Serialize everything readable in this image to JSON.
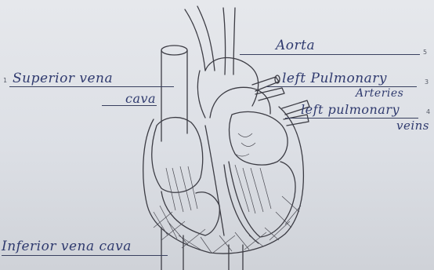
{
  "labels": {
    "aorta": "Aorta",
    "superior_vena_cava_line1": "Superior vena",
    "superior_vena_cava_line2": "cava",
    "left_pulmonary_arteries_line1": "left Pulmonary",
    "left_pulmonary_arteries_line2": "Arteries",
    "left_pulmonary_veins_line1": "left pulmonary",
    "left_pulmonary_veins_line2": "veins",
    "inferior_vena_cava": "Inferior vena cava"
  },
  "numbers": {
    "superior": "1",
    "aorta": "5",
    "pulmonary_arteries": "3",
    "pulmonary_veins": "4"
  },
  "colors": {
    "ink_pencil": "#2f3a6e",
    "outline": "#3c3c44",
    "paper": "#e3e5ea"
  }
}
